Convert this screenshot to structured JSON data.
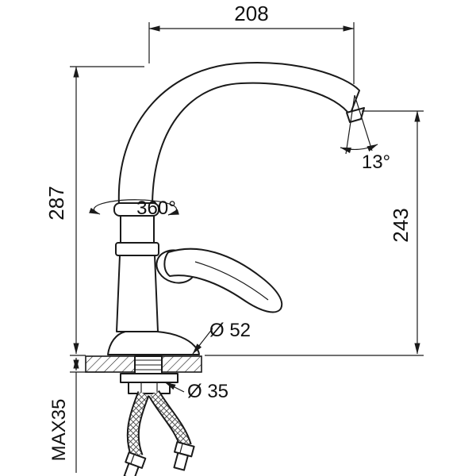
{
  "colors": {
    "line": "#1a1a1a",
    "background": "#ffffff"
  },
  "dims": {
    "spout_reach": "208",
    "overall_height": "287",
    "spout_height": "243",
    "spout_angle": "13°",
    "swivel_rotation": "360°",
    "base_diameter": "Ø 52",
    "hole_diameter": "Ø 35",
    "max_mount_thickness": "MAX35"
  }
}
